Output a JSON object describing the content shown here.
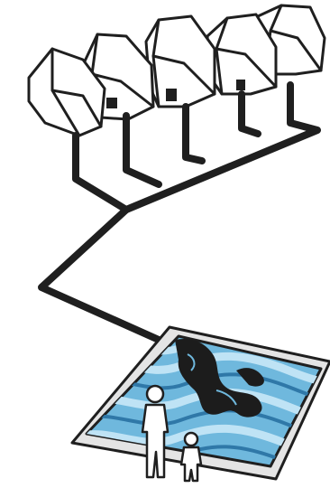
{
  "illustration": {
    "houses_icon": "row-of-houses",
    "pipe_icon": "drain-pipe",
    "pool_icon": "contaminated-pool",
    "people_icon": "two-people-silhouettes"
  },
  "colors": {
    "ink": "#1f1f1f",
    "pool_rim": "#e4e4e4",
    "water_light": "#bfe3f5",
    "water_mid": "#6fb8dd",
    "water_dark": "#2f78a8",
    "sludge": "#1c1c1c",
    "people": "#ffffff"
  }
}
